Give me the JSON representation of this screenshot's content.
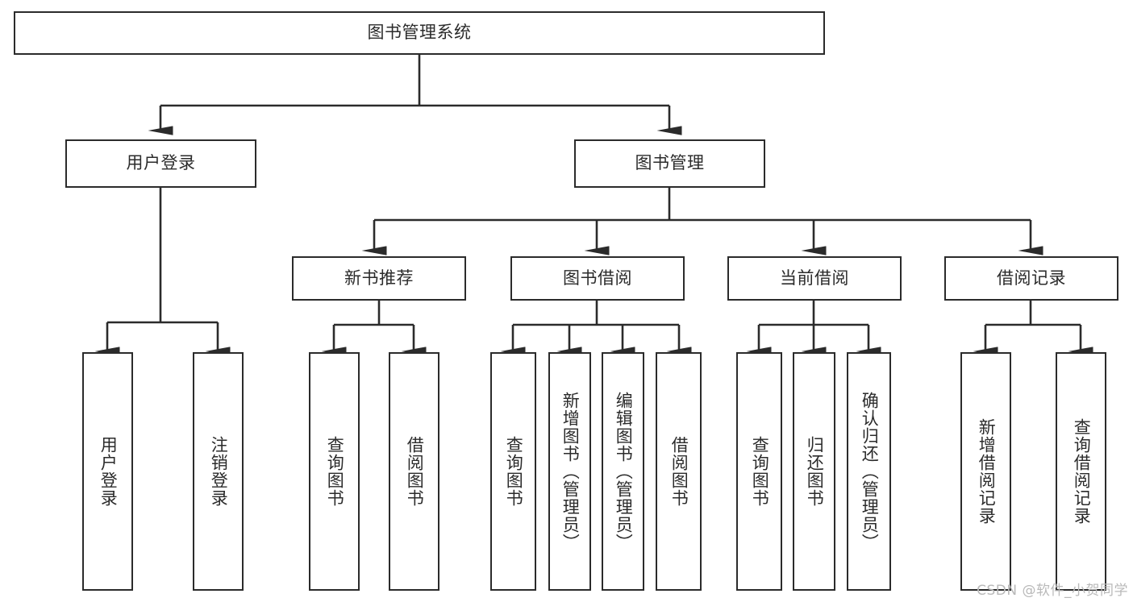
{
  "diagram": {
    "title": "图书管理系统",
    "watermark": "CSDN @软件_小贺同学",
    "line_color": "#2b2b2b",
    "text_color": "#2b2b2b",
    "background": "#ffffff",
    "root": {
      "label": "图书管理系统"
    },
    "level1": [
      {
        "label": "用户登录"
      },
      {
        "label": "图书管理"
      }
    ],
    "level2": [
      {
        "label": "新书推荐",
        "parent": "图书管理"
      },
      {
        "label": "图书借阅",
        "parent": "图书管理"
      },
      {
        "label": "当前借阅",
        "parent": "图书管理"
      },
      {
        "label": "借阅记录",
        "parent": "图书管理"
      }
    ],
    "leaves": {
      "用户登录": [
        {
          "label": "用户登录"
        },
        {
          "label": "注销登录"
        }
      ],
      "新书推荐": [
        {
          "label": "查询图书"
        },
        {
          "label": "借阅图书"
        }
      ],
      "图书借阅": [
        {
          "label": "查询图书"
        },
        {
          "label": "新增图书（管理员）"
        },
        {
          "label": "编辑图书（管理员）"
        },
        {
          "label": "借阅图书"
        }
      ],
      "当前借阅": [
        {
          "label": "查询图书"
        },
        {
          "label": "归还图书"
        },
        {
          "label": "确认归还（管理员）"
        }
      ],
      "借阅记录": [
        {
          "label": "新增借阅记录"
        },
        {
          "label": "查询借阅记录"
        }
      ]
    }
  }
}
